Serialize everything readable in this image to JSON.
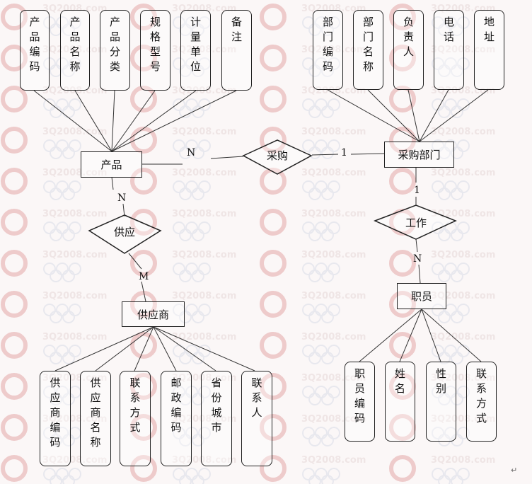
{
  "left": {
    "product_attrs": [
      "产品编码",
      "产品名称",
      "产品分类",
      "规格型号",
      "计量单位",
      "备注"
    ],
    "product_entity": "产品",
    "supply_relation": "供应",
    "supplier_entity": "供应商",
    "supplier_attrs": [
      "供应商编码",
      "供应商名称",
      "联系方式",
      "邮政编码",
      "省份城市",
      "联系人"
    ]
  },
  "right": {
    "dept_attrs": [
      "部门编码",
      "部门名称",
      "负责人",
      "电话",
      "地址"
    ],
    "dept_entity": "采购部门",
    "work_relation": "工作",
    "employee_entity": "职员",
    "employee_attrs": [
      "职员编码",
      "姓名",
      "性别",
      "联系方式"
    ]
  },
  "purchase_relation": "采购",
  "cardinalities": {
    "product_purchase": "N",
    "purchase_dept": "1",
    "product_supply": "N",
    "supply_supplier": "M",
    "dept_work": "1",
    "work_employee": "N"
  },
  "watermark_text": "3Q2008.com"
}
